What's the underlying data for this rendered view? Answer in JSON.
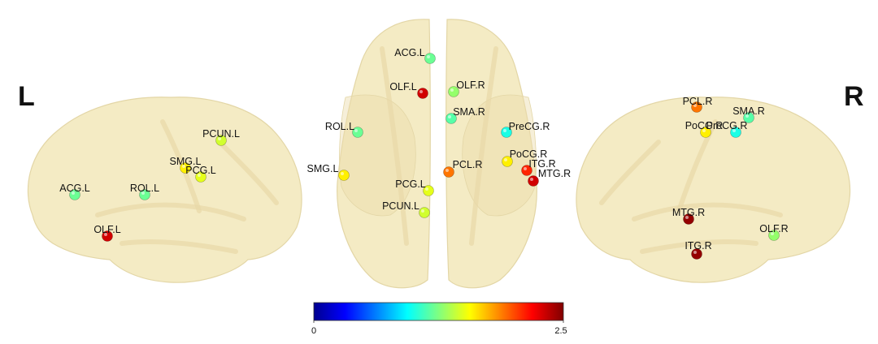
{
  "views": {
    "left_letter": "L",
    "right_letter": "R"
  },
  "colors": {
    "brain_fill": "#f4ebc4",
    "brain_stroke": "#e3d6a6",
    "sulcus": "#e8d9a8"
  },
  "colorbar": {
    "min_label": "0",
    "max_label": "2.5",
    "min": 0,
    "max": 2.5,
    "colormap": "jet"
  },
  "lateral_left_nodes": [
    {
      "label": "ACG.L",
      "value": 1.2
    },
    {
      "label": "ROL.L",
      "value": 1.2
    },
    {
      "label": "OLF.L",
      "value": 2.3
    },
    {
      "label": "SMG.L",
      "value": 1.6
    },
    {
      "label": "PCG.L",
      "value": 1.5
    },
    {
      "label": "PCUN.L",
      "value": 1.45
    }
  ],
  "dorsal_nodes": [
    {
      "label": "ACG.L",
      "value": 1.2
    },
    {
      "label": "OLF.L",
      "value": 2.3
    },
    {
      "label": "OLF.R",
      "value": 1.3
    },
    {
      "label": "SMA.R",
      "value": 1.15
    },
    {
      "label": "ROL.L",
      "value": 1.2
    },
    {
      "label": "PreCG.R",
      "value": 1.0
    },
    {
      "label": "SMG.L",
      "value": 1.6
    },
    {
      "label": "PCL.R",
      "value": 1.9
    },
    {
      "label": "PoCG.R",
      "value": 1.6
    },
    {
      "label": "ITG.R",
      "value": 2.1
    },
    {
      "label": "MTG.R",
      "value": 2.3
    },
    {
      "label": "PCG.L",
      "value": 1.5
    },
    {
      "label": "PCUN.L",
      "value": 1.45
    }
  ],
  "lateral_right_nodes": [
    {
      "label": "PCL.R",
      "value": 1.9
    },
    {
      "label": "SMA.R",
      "value": 1.15
    },
    {
      "label": "PoCG.R",
      "value": 1.6
    },
    {
      "label": "PreCG.R",
      "value": 1.0
    },
    {
      "label": "MTG.R",
      "value": 2.45
    },
    {
      "label": "ITG.R",
      "value": 2.45
    },
    {
      "label": "OLF.R",
      "value": 1.3
    }
  ]
}
